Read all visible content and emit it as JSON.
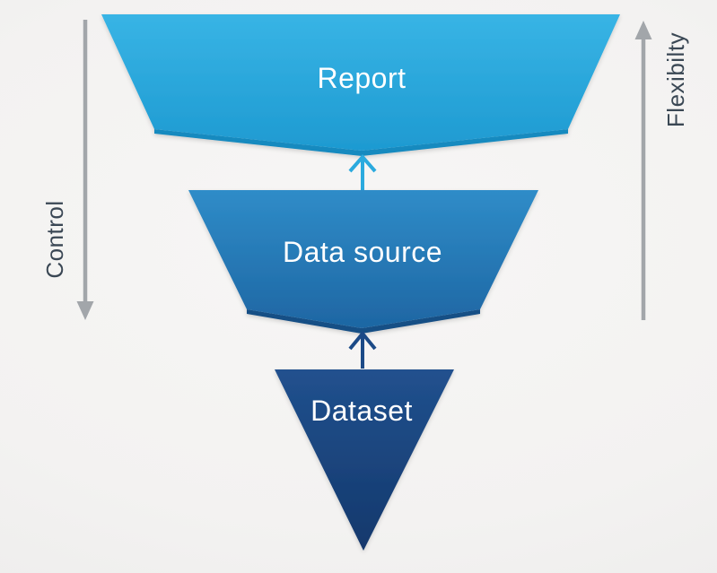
{
  "diagram": {
    "background_color": "#F4F3F2",
    "funnel": {
      "label_color": "#FFFFFF",
      "layers": [
        {
          "id": "report",
          "label": "Report",
          "color_top": "#38B4E5",
          "color_bottom": "#1E9AD1",
          "fold_color": "#178ABF"
        },
        {
          "id": "data-source",
          "label": "Data source",
          "color_top": "#2F8CC8",
          "color_bottom": "#1E66A3",
          "fold_color": "#174F85"
        },
        {
          "id": "dataset",
          "label": "Dataset",
          "color_top": "#21518E",
          "color_bottom": "#14386C"
        }
      ]
    },
    "connectors": [
      {
        "name": "dataset-to-datasource",
        "direction": "up",
        "color": "#1C4A87"
      },
      {
        "name": "datasource-to-report",
        "direction": "up",
        "color": "#2BAADE"
      }
    ],
    "axes": {
      "label_color": "#3A4754",
      "arrow_color": "#A2A6AA",
      "left": {
        "label": "Control",
        "direction": "down"
      },
      "right": {
        "label": "Flexibilty",
        "direction": "up"
      }
    }
  }
}
